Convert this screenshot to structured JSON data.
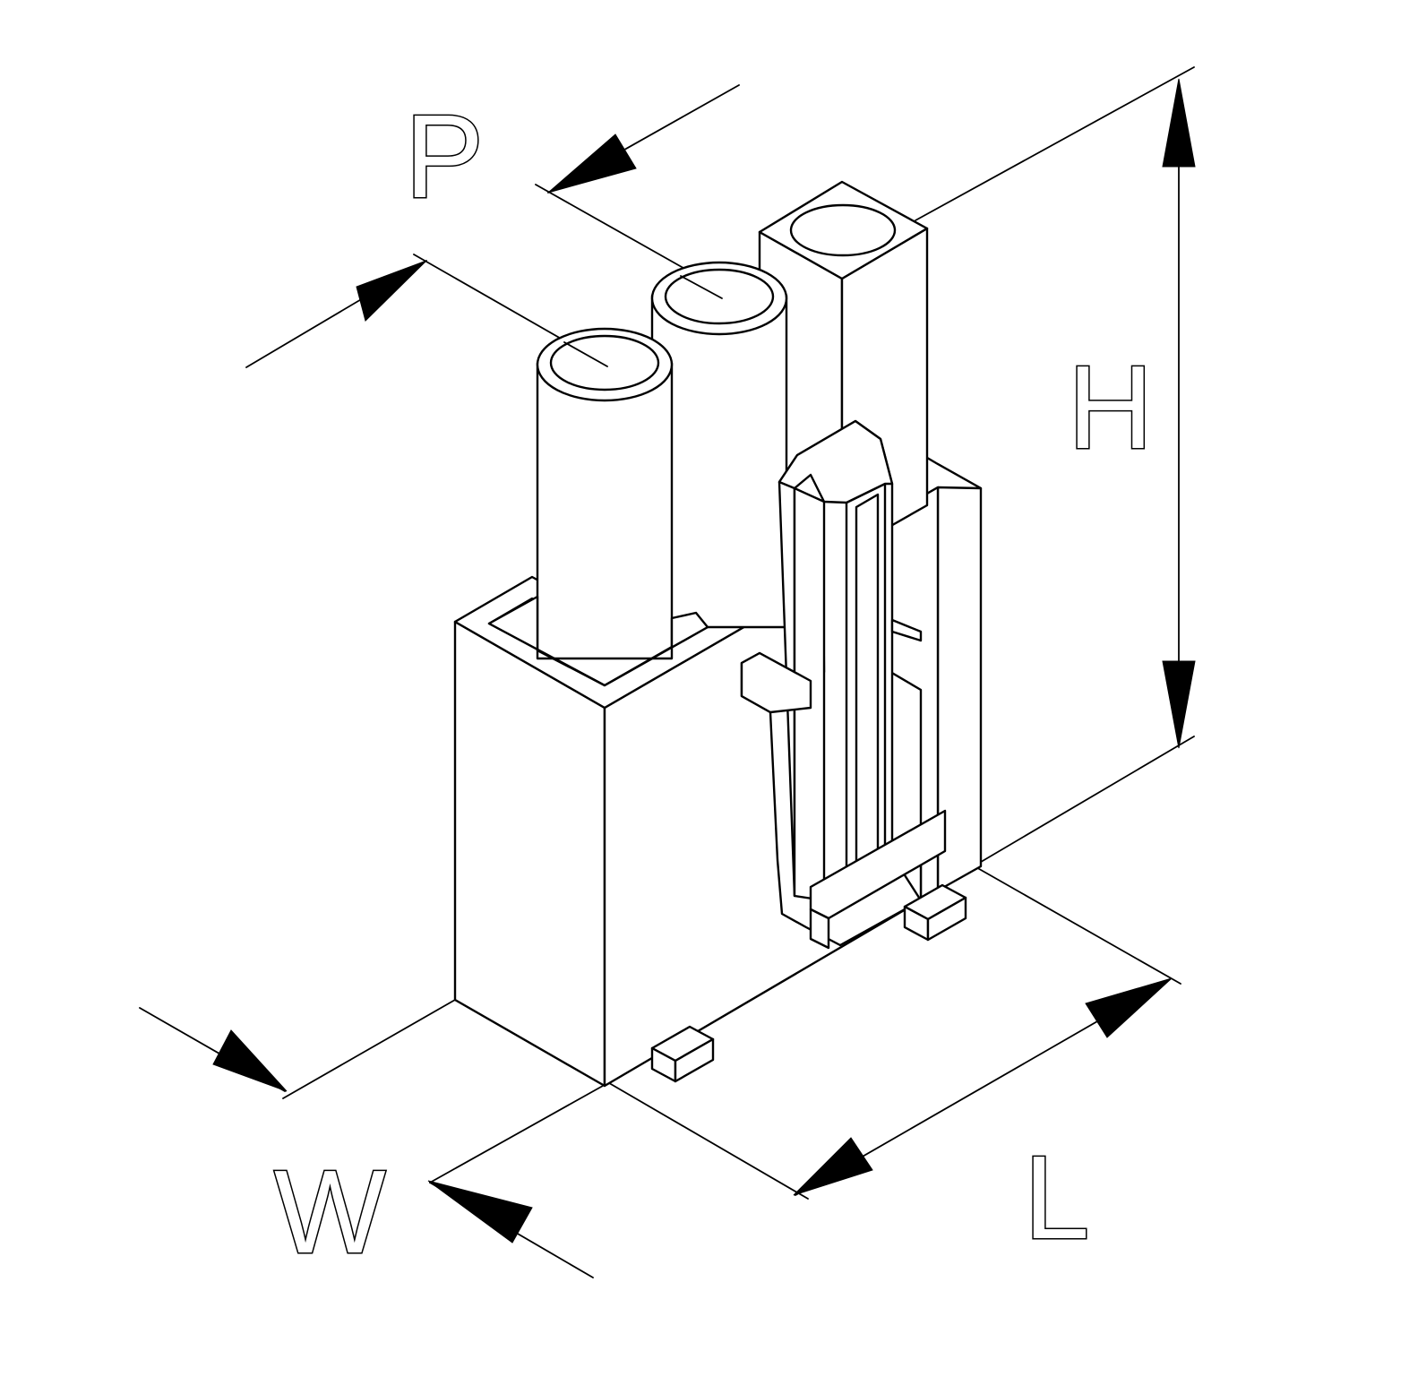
{
  "diagram": {
    "labels": {
      "pitch": "P",
      "height": "H",
      "length": "L",
      "width": "W"
    },
    "line_color": "#000000",
    "background_color": "#ffffff"
  }
}
